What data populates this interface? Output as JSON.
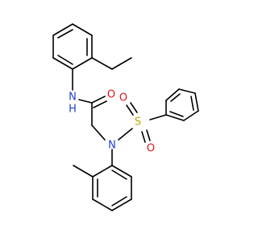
{
  "molecule": {
    "atoms": {
      "nh": {
        "text": "N",
        "sub": "H",
        "color": "#1f3fd1"
      },
      "o_carbonyl": {
        "text": "O",
        "color": "#e0151b"
      },
      "n_sulfonamide": {
        "text": "N",
        "color": "#1f3fd1"
      },
      "s": {
        "text": "S",
        "color": "#b8a800"
      },
      "o_s1": {
        "text": "O",
        "color": "#e0151b"
      },
      "o_s2": {
        "text": "O",
        "color": "#e0151b"
      }
    },
    "bond_color": "#000000"
  }
}
